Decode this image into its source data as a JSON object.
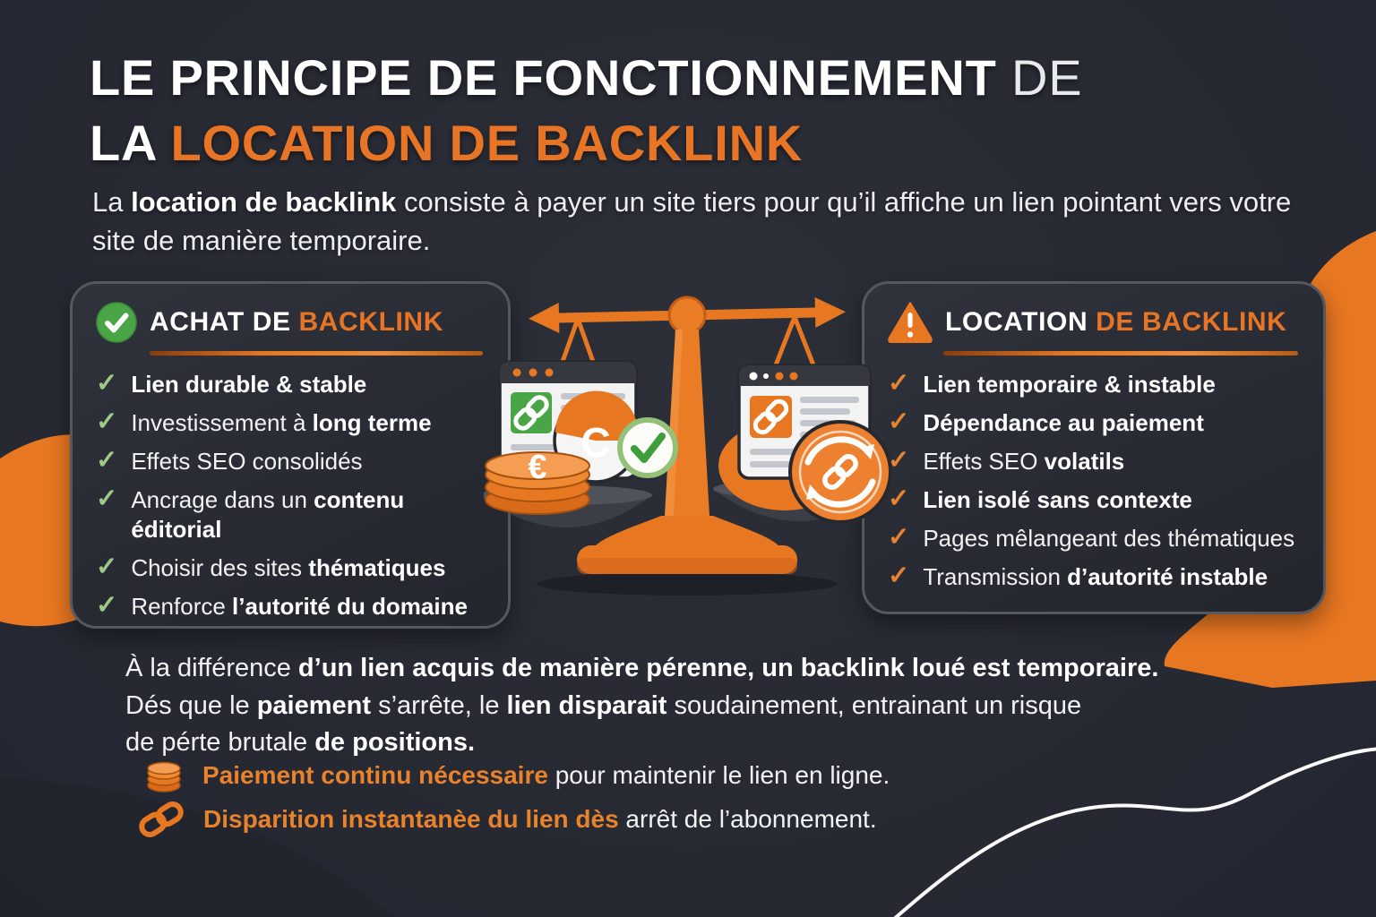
{
  "colors": {
    "background": "#272a33",
    "accent_orange": "#e87722",
    "title_orange": "#e87526",
    "check_green_light": "#9ec984",
    "badge_green": "#4aa546",
    "check_orange": "#e8832f",
    "card_border": "#55585f",
    "text_white": "#f2f2f3"
  },
  "header": {
    "title_line1": [
      {
        "t": "LE PRINCIPE DE FONCTIONNEMENT",
        "k": "w"
      },
      {
        "t": " DE",
        "k": "wl"
      }
    ],
    "title_line2": [
      {
        "t": "LA ",
        "k": "w"
      },
      {
        "t": "LOCATION DE BACKLINK",
        "k": "o"
      }
    ],
    "intro": [
      {
        "t": "La ",
        "k": "n"
      },
      {
        "t": "location de backlink",
        "k": "b"
      },
      {
        "t": " consiste à payer un site tiers pour qu’il affiche un lien pointant vers votre site de manière temporaire.",
        "k": "n"
      }
    ]
  },
  "cards": {
    "purchase": {
      "icon": "check-circle-icon",
      "title": [
        {
          "t": "ACHAT DE ",
          "k": "w"
        },
        {
          "t": "BACKLINK",
          "k": "o"
        }
      ],
      "items": [
        [
          {
            "t": "Lien durable & stable",
            "k": "b"
          }
        ],
        [
          {
            "t": "Investissement à ",
            "k": "n"
          },
          {
            "t": "long terme",
            "k": "b"
          }
        ],
        [
          {
            "t": "Effets SEO consolidés",
            "k": "n"
          }
        ],
        [
          {
            "t": "Ancrage dans un ",
            "k": "n"
          },
          {
            "t": "contenu éditorial",
            "k": "b"
          }
        ],
        [
          {
            "t": "Choisir des sites ",
            "k": "n"
          },
          {
            "t": "thématiques",
            "k": "b"
          }
        ],
        [
          {
            "t": "Renforce ",
            "k": "n"
          },
          {
            "t": "l’autorité du domaine",
            "k": "b"
          }
        ]
      ]
    },
    "rental": {
      "icon": "warning-triangle-icon",
      "title": [
        {
          "t": "LOCATION ",
          "k": "w"
        },
        {
          "t": "DE BACKLINK",
          "k": "o"
        }
      ],
      "items": [
        [
          {
            "t": "Lien temporaire & instable",
            "k": "b"
          }
        ],
        [
          {
            "t": "Dépendance au paiement",
            "k": "b"
          }
        ],
        [
          {
            "t": "Effets SEO ",
            "k": "n"
          },
          {
            "t": "volatils",
            "k": "b"
          }
        ],
        [
          {
            "t": "Lien isolé sans contexte",
            "k": "b"
          }
        ],
        [
          {
            "t": "Pages mêlangeant des thématiques",
            "k": "n"
          }
        ],
        [
          {
            "t": "Transmission ",
            "k": "n"
          },
          {
            "t": "d’autorité instable",
            "k": "b"
          }
        ]
      ]
    }
  },
  "conclusion": {
    "p1": [
      {
        "t": "À la différence ",
        "k": "n"
      },
      {
        "t": "d’un lien acquis de manière pérenne, un backlink loué est temporaire.",
        "k": "b"
      }
    ],
    "p2": [
      {
        "t": "Dés que le ",
        "k": "n"
      },
      {
        "t": "paiement",
        "k": "b"
      },
      {
        "t": " s’arrête, le ",
        "k": "n"
      },
      {
        "t": "lien disparait",
        "k": "b"
      },
      {
        "t": " soudainement, entrainant un risque de pérte brutale ",
        "k": "n"
      },
      {
        "t": "de positions.",
        "k": "b"
      }
    ]
  },
  "notes": [
    {
      "icon": "coins-icon",
      "segments": [
        {
          "t": "Paiement continu nécessaire",
          "k": "ob"
        },
        {
          "t": " pour maintenir le lien en ligne.",
          "k": "n"
        }
      ]
    },
    {
      "icon": "chain-link-icon",
      "segments": [
        {
          "t": "Disparition instantanèe du lien dès",
          "k": "ob"
        },
        {
          "t": " arrêt de l’abonnement.",
          "k": "n"
        }
      ]
    }
  ],
  "illustration": {
    "euro_symbol": "€",
    "pie_letter": "C"
  }
}
